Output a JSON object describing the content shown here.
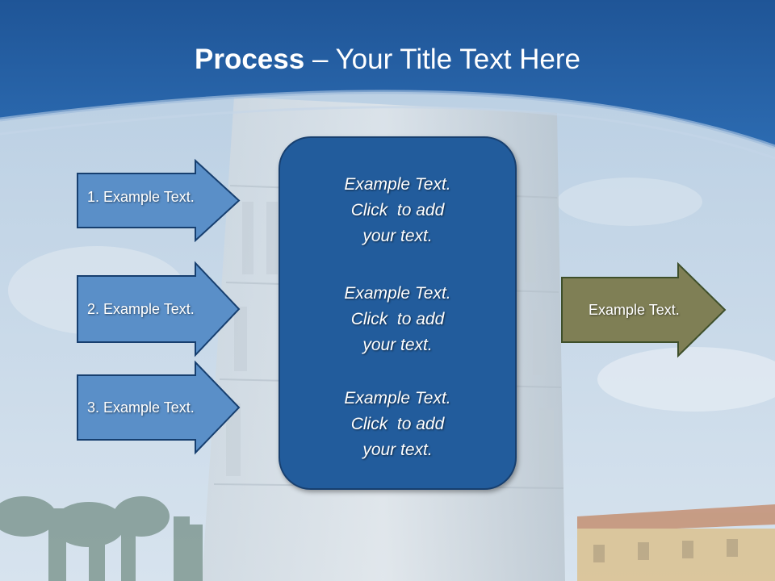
{
  "title": {
    "bold": "Process",
    "rest": " – Your Title Text Here"
  },
  "left_arrows": [
    {
      "label": "1. Example Text."
    },
    {
      "label": "2. Example Text."
    },
    {
      "label": "3. Example Text."
    }
  ],
  "center_box": {
    "blocks": [
      {
        "lines": [
          "Example Text.",
          "Click  to add",
          "your text."
        ]
      },
      {
        "lines": [
          "Example Text.",
          "Click  to add",
          "your text."
        ]
      },
      {
        "lines": [
          "Example Text.",
          "Click  to add",
          "your text."
        ]
      }
    ]
  },
  "right_arrow": {
    "label": "Example Text."
  },
  "colors": {
    "header_blue": "#2a64a8",
    "left_arrow_fill": "#5a8fc8",
    "left_arrow_stroke": "#173f6f",
    "center_box_fill": "#225c9c",
    "right_arrow_fill": "#7f7f55",
    "right_arrow_stroke": "#3e4f2a"
  }
}
